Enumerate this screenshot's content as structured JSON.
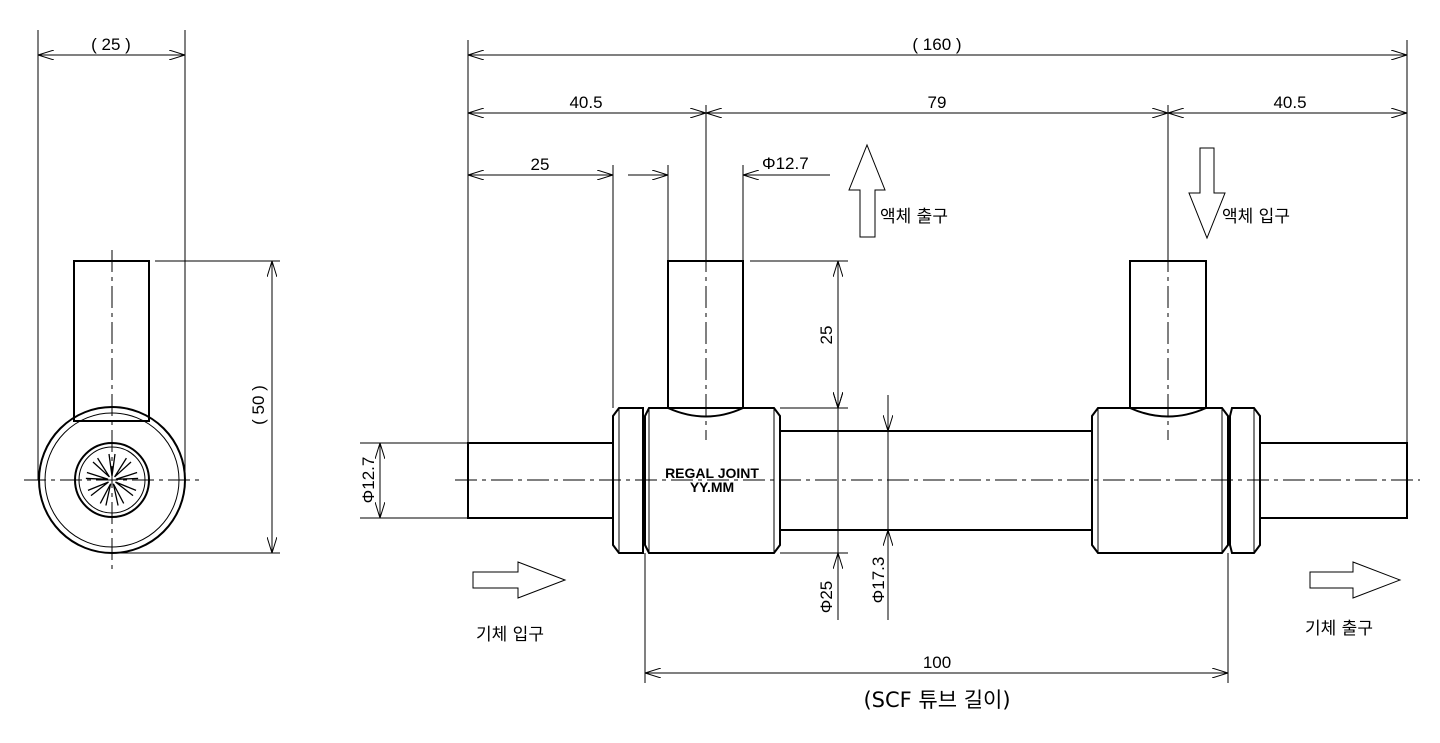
{
  "side_view": {
    "width_dim": "( 25 )",
    "height_dim": "( 50 )"
  },
  "front_view": {
    "overall_dim": "( 160 )",
    "left_offset_dim": "40.5",
    "center_dim": "79",
    "right_offset_dim": "40.5",
    "left_tube_dim": "25",
    "port_diameter_dim": "Φ12.7",
    "port_height_dim": "25",
    "main_tube_diameter_dim": "Φ12.7",
    "body_diameter_dim": "Φ25",
    "scf_tube_diameter_dim": "Φ17.3",
    "scf_length_dim": "100",
    "scf_length_caption": "(SCF 튜브 길이)",
    "body_marking_line1": "REGAL JOINT",
    "body_marking_line2": "YY.MM"
  },
  "flow_labels": {
    "liquid_outlet": "액체 출구",
    "liquid_inlet": "액체 입구",
    "gas_inlet": "기체 입구",
    "gas_outlet": "기체 출구"
  }
}
